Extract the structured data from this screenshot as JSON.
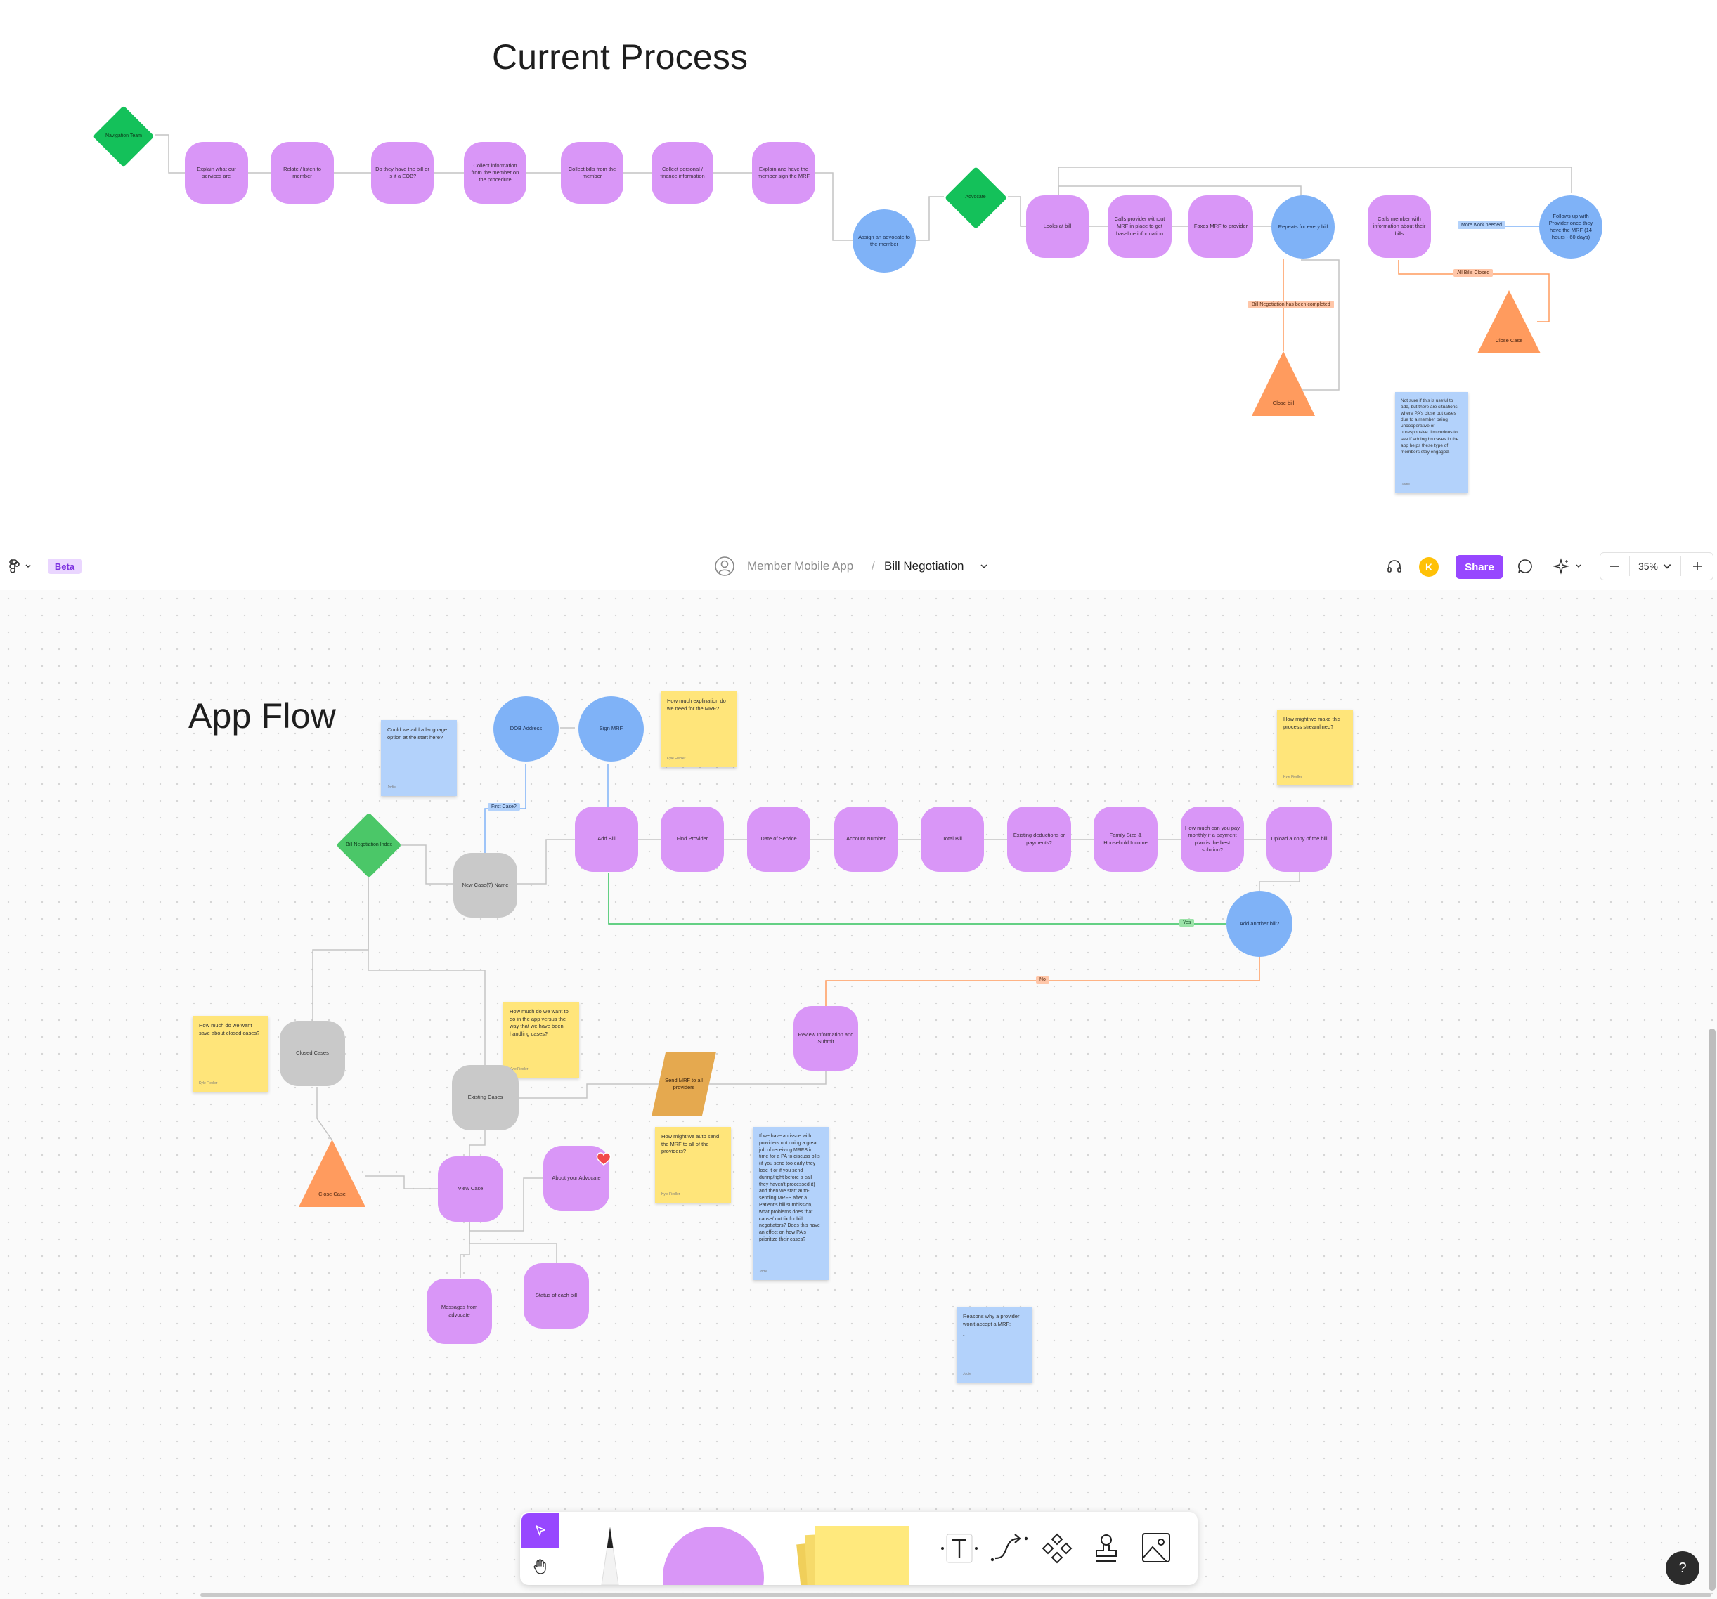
{
  "colors": {
    "accent_purple": "#9747ff",
    "pink_node": "#d996f7",
    "blue_node": "#7fb2f7",
    "green_diamond": "#14c15a",
    "orange_triangle": "#ff9b5e",
    "yellow_sticky": "#ffe57a",
    "blue_sticky": "#b3d2fb",
    "avatar_yellow": "#ffc107"
  },
  "toolbar": {
    "beta": "Beta",
    "project": "Member Mobile App",
    "separator": "/",
    "file": "Bill Negotiation",
    "avatar_initial": "K",
    "share": "Share",
    "zoom": "35%"
  },
  "current": {
    "title": "Current Process",
    "nodes": {
      "nav_team": "Navigation Team",
      "explain": "Explain what our services are",
      "relate": "Relate / listen to member",
      "bill_eob": "Do they have the bill or is it a EOB?",
      "collect_info": "Collect information from the member on the procedure",
      "collect_bills": "Collect bills from the member",
      "collect_personal": "Collect personal / finance information",
      "explain_mrf": "Explain and have the member sign the MRF",
      "assign": "Assign an advocate to the member",
      "advocate": "Advocate",
      "looks": "Looks at bill",
      "calls_provider": "Calls provider without MRF in place to get baseline information",
      "faxes": "Faxes MRF to provider",
      "repeats": "Repeats for every bill",
      "calls_member": "Calls member with information about their bills",
      "follows": "Follows up with Provider once they have the MRF (14 hours - 60 days)",
      "close_case": "Close Case",
      "close_bill": "Close bill"
    },
    "labels": {
      "more_work": "More work needed",
      "all_closed": "All Bills Closed",
      "completed": "Bill Negotiation has been completed"
    },
    "sticky": {
      "text": "Not sure if this is useful to add, but there are situations where PA's close out cases due to a member being uncooperative or unresponsive. I'm curious to see if adding bn cases in the app helps these type of members stay engaged.",
      "author": "Jodie"
    }
  },
  "app": {
    "title": "App Flow",
    "nodes": {
      "index": "Bill Negotiation Index",
      "new_case": "New Case(?) Name",
      "dob": "DOB Address",
      "sign_mrf": "Sign MRF",
      "add_bill": "Add Bill",
      "find_provider": "Find Provider",
      "dos": "Date of Service",
      "account": "Account Number",
      "total": "Total Bill",
      "deductions": "Existing deductions or payments?",
      "family": "Family Size & Household Income",
      "monthly": "How much can you pay monthly if a payment plan is the best solution?",
      "upload": "Upload a copy of the bill",
      "add_another": "Add another bill?",
      "review": "Review Information and Submit",
      "send_mrf": "Send MRF to all providers",
      "closed_cases": "Closed Cases",
      "existing_cases": "Existing Cases",
      "view_case": "View Case",
      "about": "About your Advocate",
      "messages": "Messages from advocate",
      "status": "Status of each bill",
      "close_case": "Close Case"
    },
    "labels": {
      "first_case": "First Case?",
      "yes": "Yes",
      "no": "No"
    },
    "stickies": {
      "language": {
        "text": "Could we add a language option at the start here?",
        "author": "Jodie"
      },
      "explain": {
        "text": "How much explination do we need for the MRF?",
        "author": "Kyle Fiedler"
      },
      "streamline": {
        "text": "How might we make this process streamlined?",
        "author": "Kyle Fiedler"
      },
      "closed": {
        "text": "How much do we want save about closed cases?",
        "author": "Kyle Fiedler"
      },
      "app_vs": {
        "text": "How much do we want to do in the app versus the way that we have been handling cases?",
        "author": "Kyle Fiedler"
      },
      "auto_send": {
        "text": "How might we auto send the MRF to all of the providers?",
        "author": "Kyle Fiedler"
      },
      "issue": {
        "text": "If we have an issue with providers not doing a great job of receiving MRFS in time for a PA to discuss bills (if you send too early they lose it or if you send during/right before a call they haven't processed it) and then we start auto-sending MRFS after a Patient's bill sumbission, what problems does that cause/ not fix for bill negotiators? Does this have an effect on how PA's prioritize their cases?",
        "author": "Jodie"
      },
      "reasons": {
        "text": "Reasons why a provider won't accept a MRF:",
        "bullet": "-",
        "author": "Jodie"
      }
    }
  }
}
